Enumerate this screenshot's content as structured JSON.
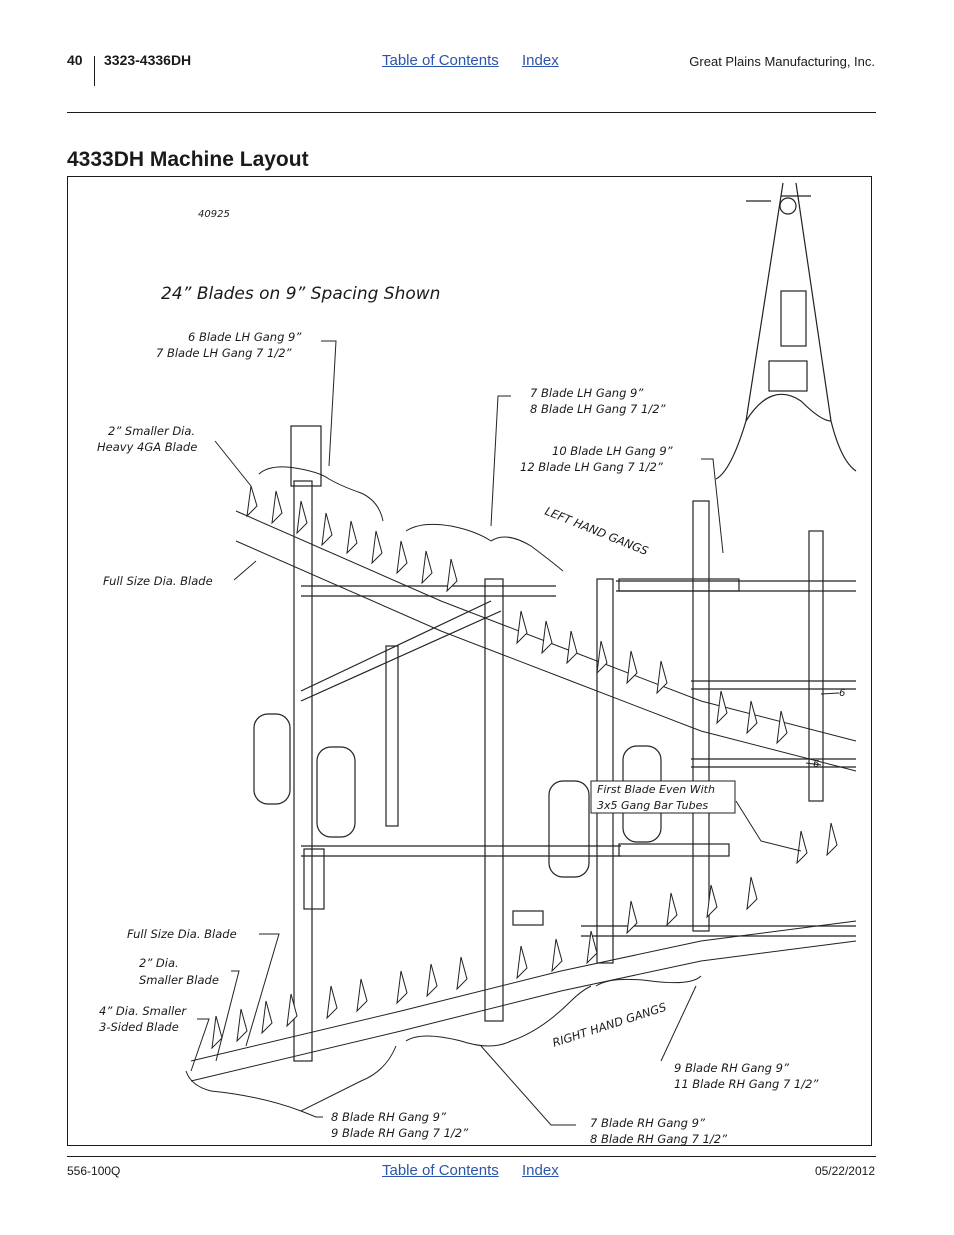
{
  "header": {
    "page_number": "40",
    "model": "3323-4336DH",
    "toc_link": "Table of Contents",
    "index_link": "Index",
    "company": "Great Plains Manufacturing, Inc."
  },
  "section_title": "4333DH Machine Layout",
  "figure": {
    "figure_id": "40925",
    "heading": "24” Blades on 9” Spacing Shown",
    "callouts": {
      "lh_gang_outer_1": "6 Blade LH Gang 9”",
      "lh_gang_outer_2": "7 Blade LH Gang 7 1/2”",
      "lh_gang_mid_1": "7 Blade LH Gang 9”",
      "lh_gang_mid_2": "8 Blade LH Gang 7 1/2”",
      "lh_gang_inner_1": "10 Blade LH Gang 9”",
      "lh_gang_inner_2": "12 Blade LH Gang 7 1/2”",
      "small_blade_1": "2” Smaller Dia.",
      "small_blade_2": "Heavy 4GA Blade",
      "full_size_lh": "Full Size Dia. Blade",
      "left_hand_gangs": "LEFT HAND GANGS",
      "first_blade_1": "First Blade Even With",
      "first_blade_2": "3x5 Gang Bar Tubes",
      "marker_6a": "6",
      "marker_6b": "6",
      "full_size_rh": "Full Size Dia. Blade",
      "rh_small_1": "2” Dia.",
      "rh_small_2": "Smaller Blade",
      "rh_3sided_1": "4” Dia. Smaller",
      "rh_3sided_2": "3-Sided Blade",
      "right_hand_gangs": "RIGHT HAND GANGS",
      "rh_gang_inner_1": "9 Blade RH Gang 9”",
      "rh_gang_inner_2": "11 Blade RH Gang 7 1/2”",
      "rh_gang_outer_1": "8 Blade RH Gang 9”",
      "rh_gang_outer_2": "9 Blade RH Gang 7 1/2”",
      "rh_gang_mid_1": "7 Blade RH Gang 9”",
      "rh_gang_mid_2": "8 Blade RH Gang 7 1/2”"
    }
  },
  "footer": {
    "doc_number": "556-100Q",
    "toc_link": "Table of Contents",
    "index_link": "Index",
    "date": "05/22/2012"
  }
}
